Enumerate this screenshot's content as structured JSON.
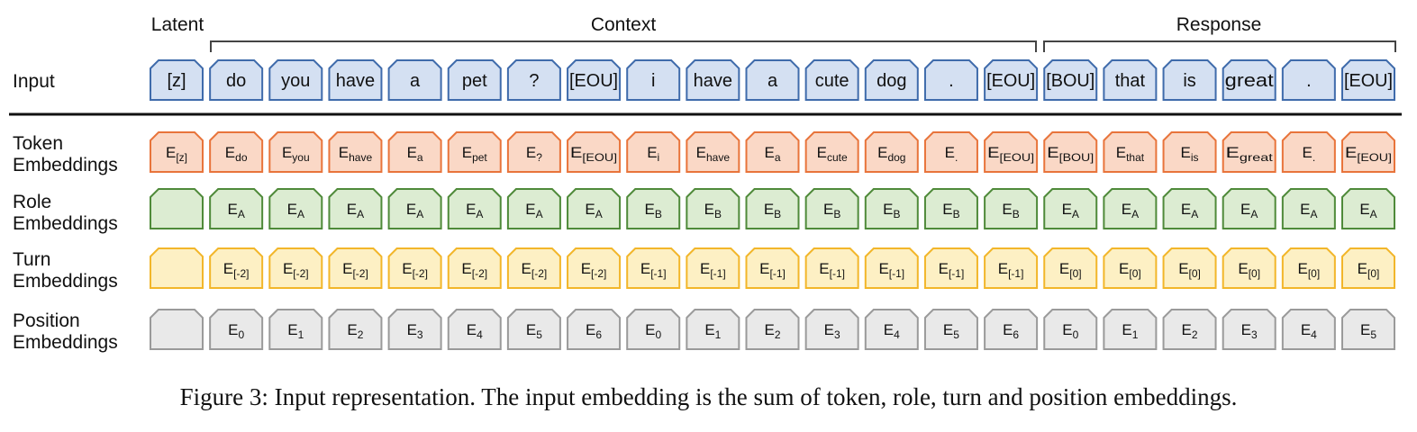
{
  "groups": {
    "latent": "Latent",
    "context": "Context",
    "response": "Response"
  },
  "row_labels": {
    "input": "Input",
    "token": [
      "Token",
      "Embeddings"
    ],
    "role": [
      "Role",
      "Embeddings"
    ],
    "turn": [
      "Turn",
      "Embeddings"
    ],
    "position": [
      "Position",
      "Embeddings"
    ]
  },
  "colors": {
    "input": {
      "fill": "#d4e0f2",
      "stroke": "#3f6bab"
    },
    "token": {
      "fill": "#fad8c6",
      "stroke": "#e8743b"
    },
    "role": {
      "fill": "#dcecd2",
      "stroke": "#4f8a3a"
    },
    "turn": {
      "fill": "#fdf0c4",
      "stroke": "#f2b62a"
    },
    "position": {
      "fill": "#e9e9e9",
      "stroke": "#9a9a9a"
    }
  },
  "tokens": [
    "[z]",
    "do",
    "you",
    "have",
    "a",
    "pet",
    "?",
    "[EOU]",
    "i",
    "have",
    "a",
    "cute",
    "dog",
    ".",
    "[EOU]",
    "[BOU]",
    "that",
    "is",
    "great",
    ".",
    "[EOU]"
  ],
  "embedding_prefix": "E",
  "token_subs": [
    "[z]",
    "do",
    "you",
    "have",
    "a",
    "pet",
    "?",
    "[EOU]",
    "i",
    "have",
    "a",
    "cute",
    "dog",
    ".",
    "[EOU]",
    "[BOU]",
    "that",
    "is",
    "great",
    ".",
    "[EOU]"
  ],
  "role_subs": [
    "",
    "A",
    "A",
    "A",
    "A",
    "A",
    "A",
    "A",
    "B",
    "B",
    "B",
    "B",
    "B",
    "B",
    "B",
    "A",
    "A",
    "A",
    "A",
    "A",
    "A"
  ],
  "turn_subs": [
    "",
    "[-2]",
    "[-2]",
    "[-2]",
    "[-2]",
    "[-2]",
    "[-2]",
    "[-2]",
    "[-1]",
    "[-1]",
    "[-1]",
    "[-1]",
    "[-1]",
    "[-1]",
    "[-1]",
    "[0]",
    "[0]",
    "[0]",
    "[0]",
    "[0]",
    "[0]"
  ],
  "position_subs": [
    "",
    "0",
    "1",
    "2",
    "3",
    "4",
    "5",
    "6",
    "0",
    "1",
    "2",
    "3",
    "4",
    "5",
    "6",
    "0",
    "1",
    "2",
    "3",
    "4",
    "5"
  ],
  "caption": "Figure 3: Input representation. The input embedding is the sum of token, role, turn and position embeddings."
}
